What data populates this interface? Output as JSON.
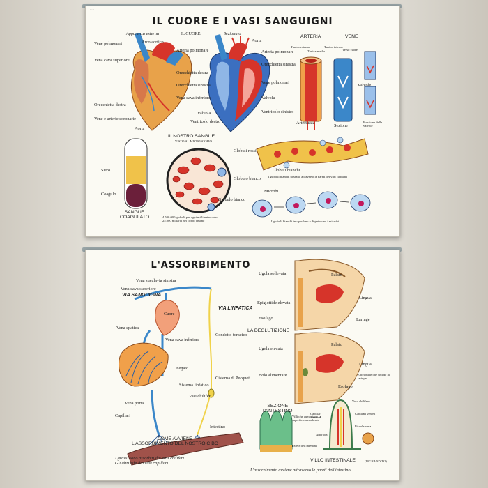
{
  "poster_top": {
    "title": "IL CUORE E I VASI SANGUIGNI",
    "heart": {
      "subtitle_left": "Apparenza esterna",
      "subtitle_left2": "IL CUORE",
      "subtitle_right": "Sezionato",
      "labels_left": [
        "Vene polmonari",
        "Vena cava superiore",
        "Orecchietta destra",
        "Vene e arterie coronarie",
        "Aorta"
      ],
      "labels_mid": [
        "Arco aortico",
        "Arteria polmonare",
        "Orecchietta destra",
        "Orecchietta sinistra",
        "Vena cava inferiore",
        "Valvola",
        "Ventricolo destro"
      ],
      "labels_right": [
        "Aorta",
        "Arteria polmonare",
        "Orecchietta sinistra",
        "Vene polmonari",
        "Valvola",
        "Ventricolo sinistro"
      ]
    },
    "vessels": {
      "arteria": "ARTERIA",
      "vene": "VENE",
      "labels": [
        "Tunica esterna",
        "Tunica media",
        "Tunica interna",
        "Verso cuore",
        "Valvole",
        "Arteriuzza",
        "Sezione",
        "Funzione delle valvole"
      ]
    },
    "blood": {
      "heading": "IL NOSTRO SANGUE",
      "subheading": "VISTO AL MICROSCOPIO",
      "labels": [
        "Siero",
        "Coagulo",
        "Globuli rossi",
        "Globulo bianco",
        "Globulo bianco"
      ],
      "tube_caption": "SANGUE COAGULATO",
      "counts_caption": "4.500.000 globuli per ogni millimetro cubo\n25.000 miliardi nel corpo umano",
      "capillary_label": "Globuli bianchi",
      "capillary_caption": "I globuli bianchi passano attraverso le pareti dei vasi capillari",
      "microbes_label": "Microbi",
      "microbes_caption": "I globuli bianchi incapsulano e digeriscono i microbi"
    }
  },
  "poster_bottom": {
    "title": "L'ASSORBIMENTO",
    "circulation": {
      "labels": [
        "Vena succlavia sinistra",
        "Vena cava superiore",
        "Cuore",
        "Vena epatica",
        "Vena cava inferiore",
        "Condotto toracico",
        "Fegato",
        "Cisterna di Pecquet",
        "Sistema linfatico",
        "Vasi chiliferi",
        "Vena porta",
        "Capillari",
        "Intestino"
      ],
      "via_sanguigna": "VIA SANGUIGNA",
      "via_linfatica": "VIA LINFATICA",
      "caption_title": "COME AVVIENE\nL'ASSORBIMENTO DEL NOSTRO CIBO",
      "caption": "I grassi sono assorbiti dai vasi chiliferi\nGli altri cibi dai vasi capillari"
    },
    "swallowing": {
      "heading": "LA DEGLUTIZIONE",
      "labels_top": [
        "Ugola sollevata",
        "Palato",
        "Epiglottide elevata",
        "Lingua",
        "Esofago",
        "Laringe"
      ],
      "labels_bottom": [
        "Ugola elevata",
        "Palato",
        "Lingua",
        "Bolo alimentare",
        "Epiglottide che chiude la laringe",
        "Esofago"
      ]
    },
    "intestine": {
      "section_heading": "SEZIONE\nD'INTESTINO",
      "villi_label": "Villi che aumentano la superficie assorbente",
      "muscle_label": "Parete dell'intestino",
      "villus_heading": "VILLO INTESTINALE",
      "villus_note": "(INGRANDITO)",
      "villus_labels": [
        "Vaso chilifero",
        "Capillari arteriosi",
        "Capillari venosi",
        "Piccola vena",
        "Arteriola"
      ],
      "caption": "L'assorbimento avviene attraverso le pareti dell'intestino"
    }
  },
  "colors": {
    "artery_red": "#d6342a",
    "vein_blue": "#3b87c9",
    "heart_orange": "#e8a24a",
    "poster_bg": "#fbfaf3"
  }
}
